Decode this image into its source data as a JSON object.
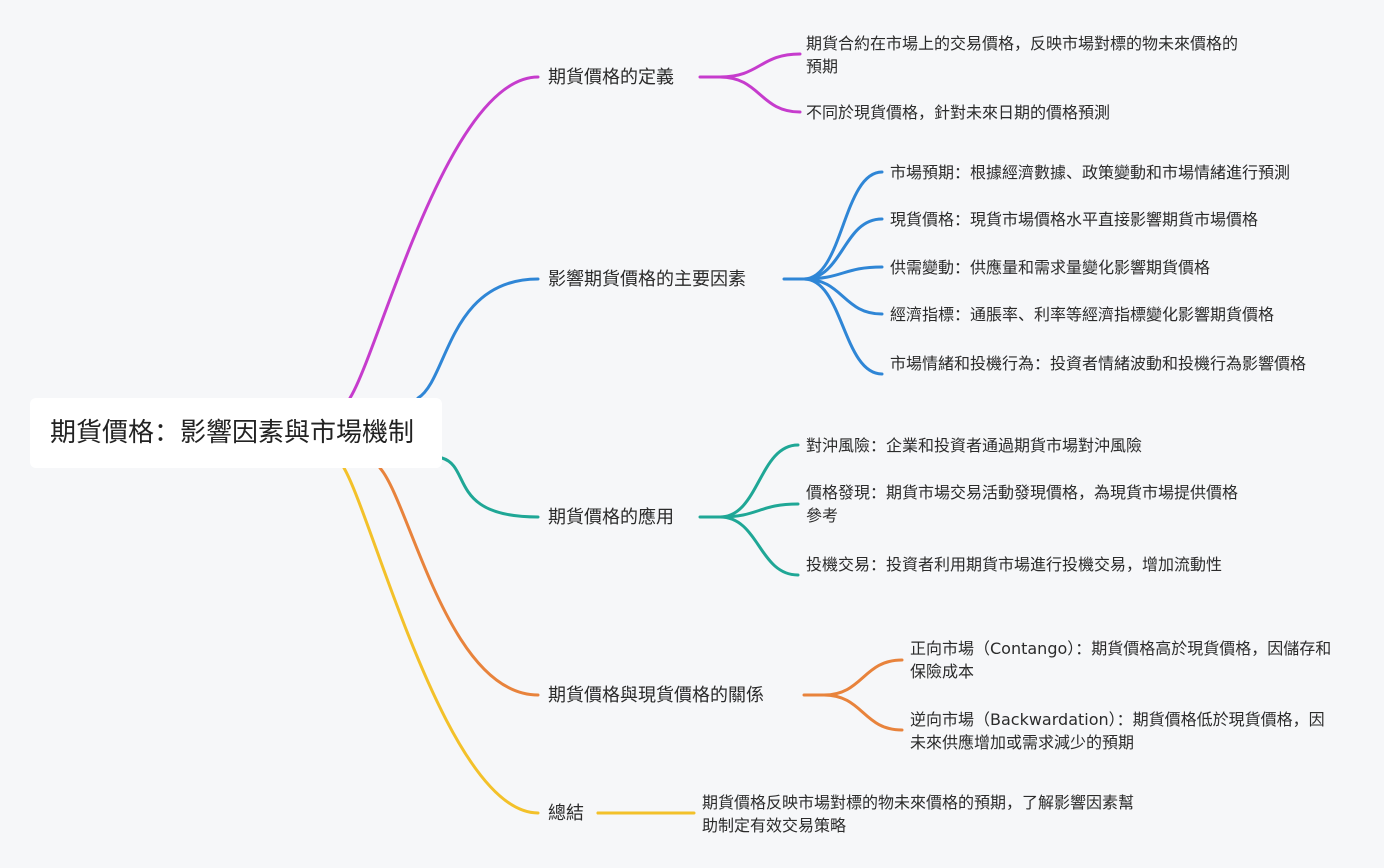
{
  "root": {
    "title": "期貨價格：影響因素與市場機制"
  },
  "branches": [
    {
      "label": "期貨價格的定義",
      "color": "#c63ccd",
      "children": [
        "期貨合約在市場上的交易價格，反映市場對標的物未來價格的預期",
        "不同於現貨價格，針對未來日期的價格預測"
      ]
    },
    {
      "label": "影響期貨價格的主要因素",
      "color": "#2f86d6",
      "children": [
        "市場預期：根據經濟數據、政策變動和市場情緒進行預測",
        "現貨價格：現貨市場價格水平直接影響期貨市場價格",
        "供需變動：供應量和需求量變化影響期貨價格",
        "經濟指標：通脹率、利率等經濟指標變化影響期貨價格",
        "市場情緒和投機行為：投資者情緒波動和投機行為影響價格"
      ]
    },
    {
      "label": "期貨價格的應用",
      "color": "#1fa796",
      "children": [
        "對沖風險：企業和投資者通過期貨市場對沖風險",
        "價格發現：期貨市場交易活動發現價格，為現貨市場提供價格參考",
        "投機交易：投資者利用期貨市場進行投機交易，增加流動性"
      ]
    },
    {
      "label": "期貨價格與現貨價格的關係",
      "color": "#e8833c",
      "children": [
        "正向市場（Contango）：期貨價格高於現貨價格，因儲存和保險成本",
        "逆向市場（Backwardation）：期貨價格低於現貨價格，因未來供應增加或需求減少的預期"
      ]
    },
    {
      "label": "總結",
      "color": "#f3c12a",
      "children": [
        "期貨價格反映市場對標的物未來價格的預期，了解影響因素幫助制定有效交易策略"
      ]
    }
  ]
}
